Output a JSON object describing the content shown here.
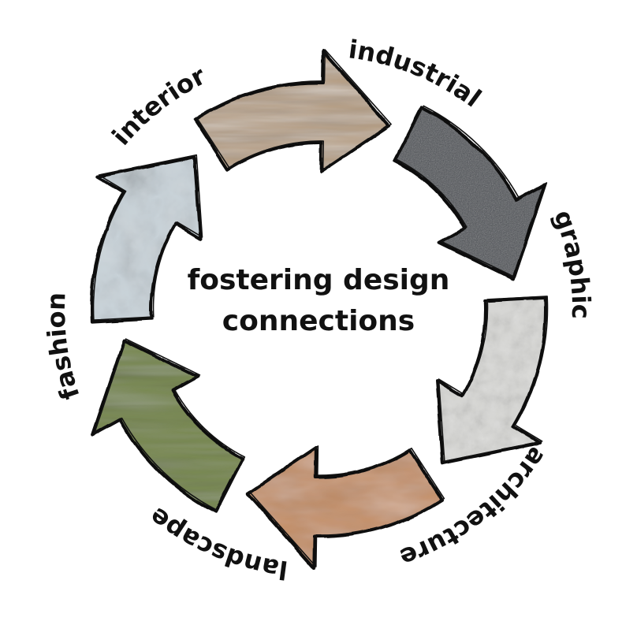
{
  "title": {
    "line1": "fostering design",
    "line2": "connections"
  },
  "segments": [
    {
      "label": "industrial",
      "color": "#4a4d52",
      "texture": "paper"
    },
    {
      "label": "graphic",
      "color": "#d8d8d5",
      "texture": "stone"
    },
    {
      "label": "architecture",
      "color": "#c58d62",
      "texture": "clay"
    },
    {
      "label": "landscape",
      "color": "#7a8a55",
      "texture": "leaf"
    },
    {
      "label": "fashion",
      "color": "#c9d3d9",
      "texture": "marble"
    },
    {
      "label": "interior",
      "color": "#b79f83",
      "texture": "wood"
    }
  ],
  "colors": {
    "outline": "#111111",
    "text": "#111111",
    "background": "#ffffff"
  }
}
